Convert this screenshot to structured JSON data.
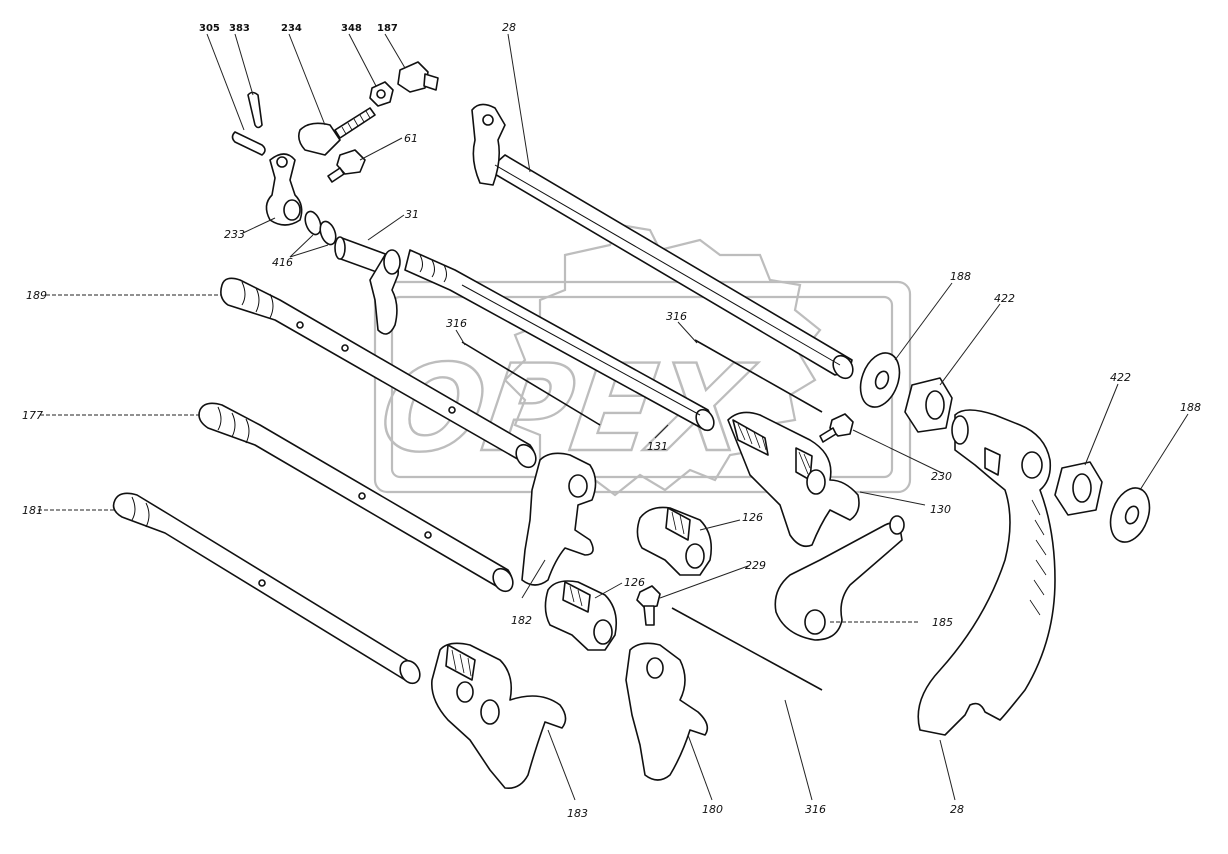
{
  "watermark": {
    "text": "OPEX"
  },
  "labels": {
    "l305": "305",
    "l383": "383",
    "l234": "234",
    "l348": "348",
    "l187": "187",
    "l28_top": "28",
    "l61": "61",
    "l233": "233",
    "l416": "416",
    "l31": "31",
    "l189": "189",
    "l316_a": "316",
    "l316_b": "316",
    "l131": "131",
    "l188_a": "188",
    "l422_a": "422",
    "l230": "230",
    "l130": "130",
    "l177": "177",
    "l126_a": "126",
    "l126_b": "126",
    "l229": "229",
    "l422_b": "422",
    "l188_b": "188",
    "l181": "181",
    "l182": "182",
    "l185": "185",
    "l183": "183",
    "l180": "180",
    "l316_c": "316",
    "l28_bottom": "28"
  },
  "colors": {
    "ink": "#111111",
    "watermark": "#bdbdbd",
    "background": "#ffffff"
  }
}
